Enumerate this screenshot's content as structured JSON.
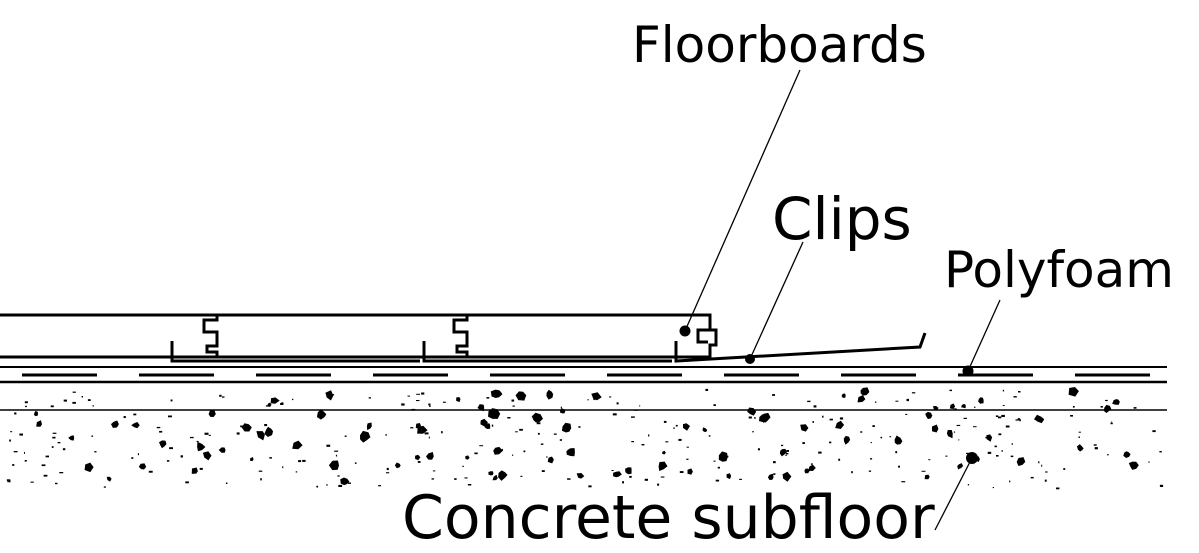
{
  "labels": {
    "floorboards": "Floorboards",
    "clips": "Clips",
    "polyfoam": "Polyfoam",
    "concrete_subfloor": "Concrete subfloor"
  },
  "colors": {
    "line": "#000000",
    "background": "#ffffff"
  }
}
